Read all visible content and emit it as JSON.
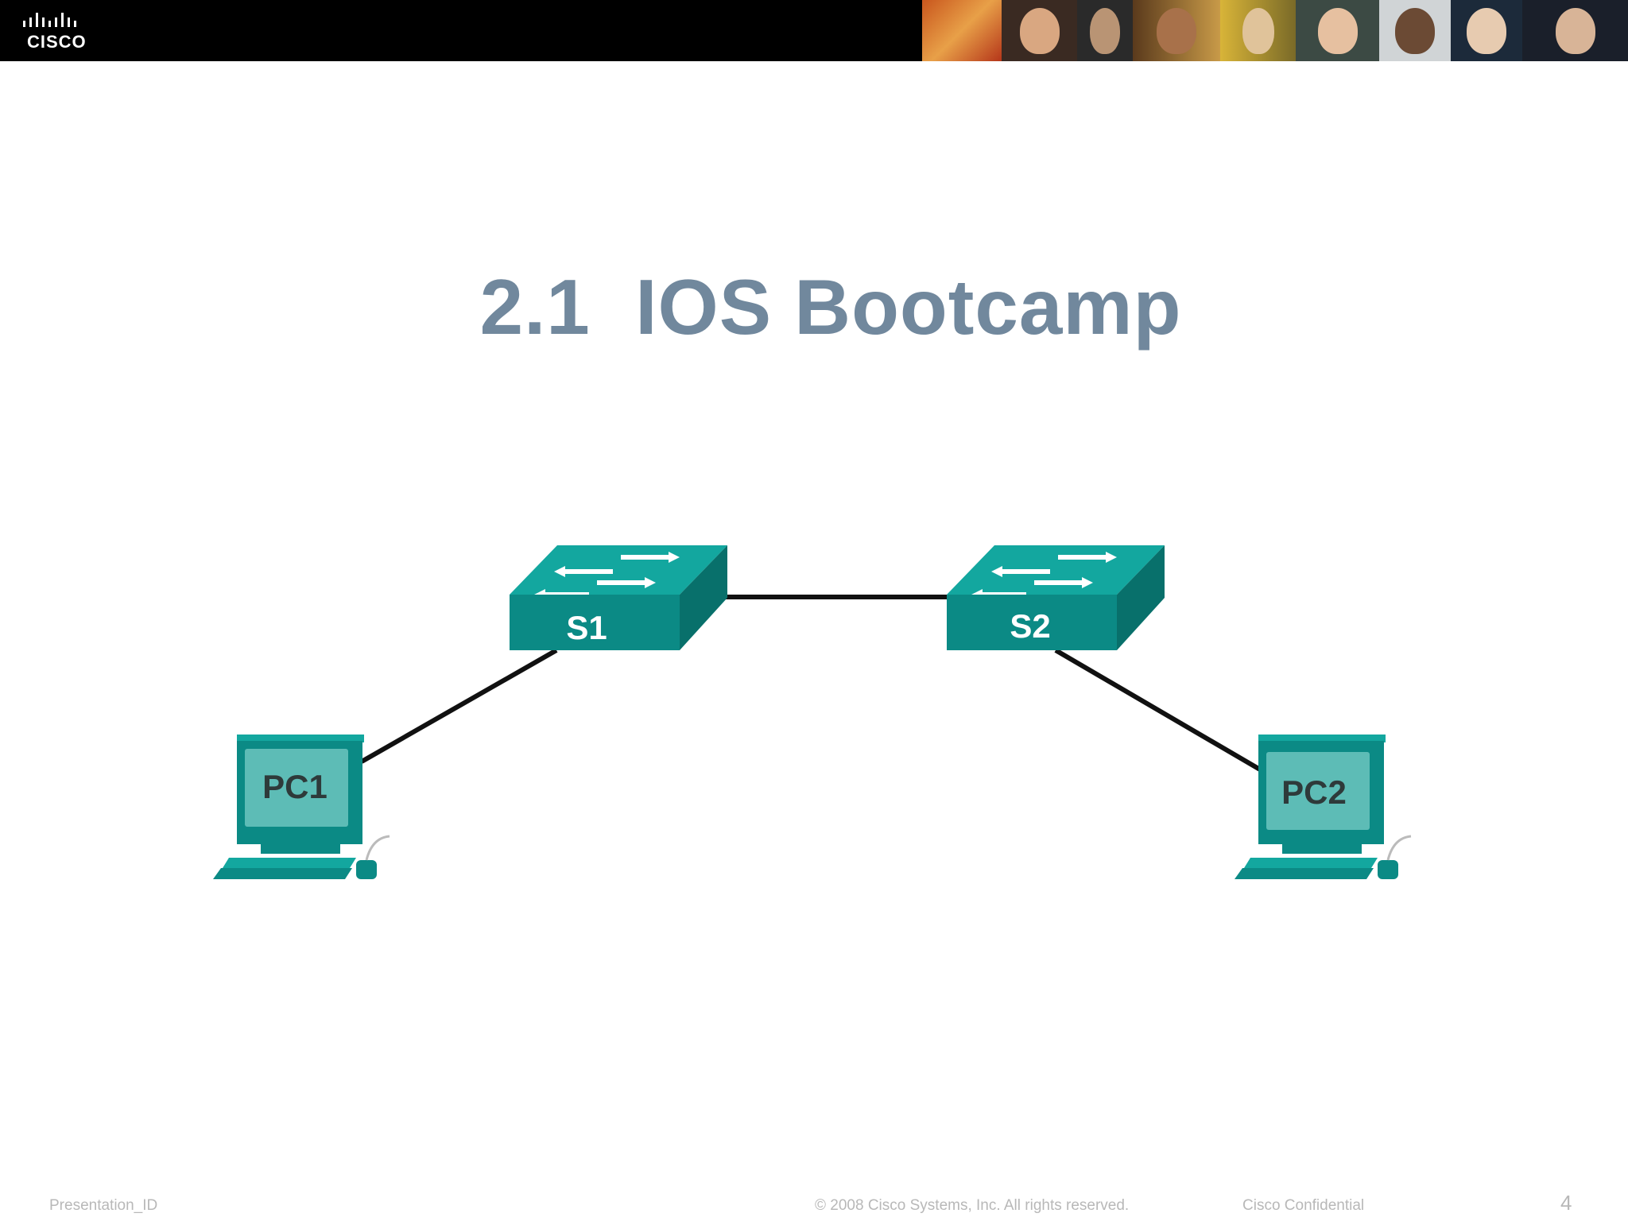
{
  "header": {
    "logo_text": "CISCO",
    "brand_color": "#000000"
  },
  "slide": {
    "title": "2.1  IOS Bootcamp",
    "title_color": "#71889d"
  },
  "diagram": {
    "device_color": "#0b8a85",
    "device_top_color": "#13a79f",
    "link_color": "#111111",
    "switches": [
      {
        "label": "S1"
      },
      {
        "label": "S2"
      }
    ],
    "pcs": [
      {
        "label": "PC1"
      },
      {
        "label": "PC2"
      }
    ]
  },
  "footer": {
    "presentation_id": "Presentation_ID",
    "copyright": "© 2008 Cisco Systems, Inc. All rights reserved.",
    "confidential": "Cisco Confidential",
    "page_number": "4"
  }
}
